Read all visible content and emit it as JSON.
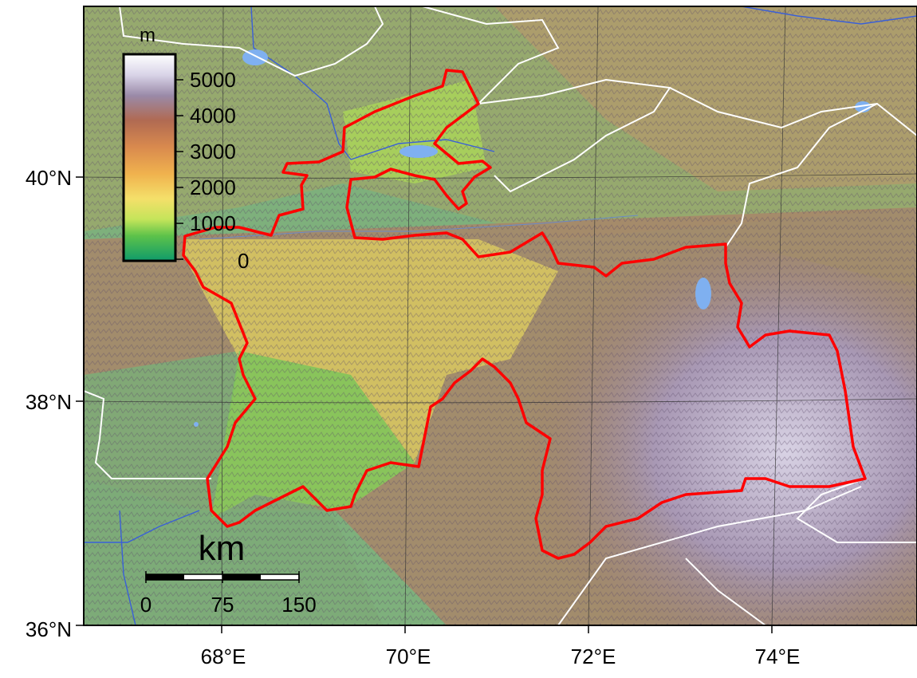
{
  "map": {
    "latitude_labels": [
      "40°N",
      "38°N",
      "36°N"
    ],
    "longitude_labels": [
      "68°E",
      "70°E",
      "72°E",
      "74°E"
    ]
  },
  "legend": {
    "unit": "m",
    "ticks": [
      "5000",
      "4000",
      "3000",
      "2000",
      "1000",
      "0"
    ]
  },
  "scale_bar": {
    "unit": "km",
    "ticks": [
      "0",
      "75",
      "150"
    ]
  },
  "colors": {
    "border_country": "#ff0000",
    "border_international": "#ffffff",
    "rivers": "#3a5fd8",
    "lakes": "#7fb0f0",
    "lowland": "#6fae7a",
    "highland": "#8a7a9a"
  }
}
